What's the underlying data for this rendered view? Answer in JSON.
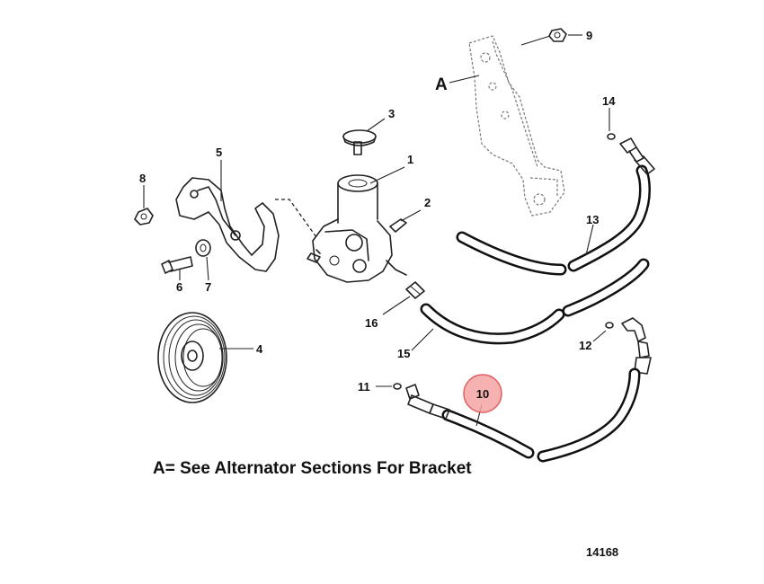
{
  "callouts": {
    "n1": "1",
    "n2": "2",
    "n3": "3",
    "n4": "4",
    "n5": "5",
    "n6": "6",
    "n7": "7",
    "n8": "8",
    "n9": "9",
    "n10": "10",
    "n11": "11",
    "n12": "12",
    "n13": "13",
    "n14": "14",
    "n15": "15",
    "n16": "16",
    "a": "A"
  },
  "note": "A= See Alternator Sections For Bracket",
  "figure_number": "14168",
  "highlight": {
    "callout": "10",
    "color": "#f4a3a3",
    "border": "#e06060"
  }
}
